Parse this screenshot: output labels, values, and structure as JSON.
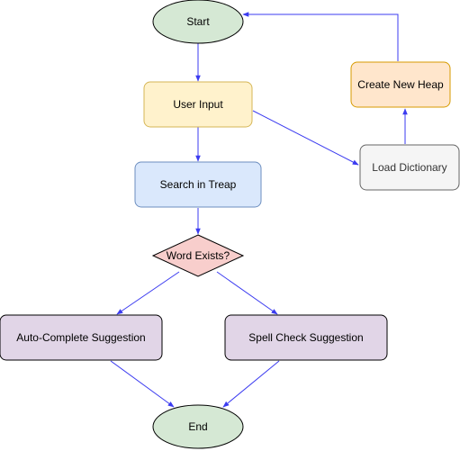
{
  "nodes": {
    "start": {
      "label": "Start",
      "fill": "#d5e8d4",
      "stroke": "#000000"
    },
    "user_input": {
      "label": "User Input",
      "fill": "#fff2cc",
      "stroke": "#d6b656"
    },
    "search": {
      "label": "Search in Treap",
      "fill": "#dae8fc",
      "stroke": "#6c8ebf"
    },
    "word_exists": {
      "label": "Word Exists?",
      "fill": "#f8cecc",
      "stroke": "#000000"
    },
    "autocomplete": {
      "label": "Auto-Complete Suggestion",
      "fill": "#e1d5e7",
      "stroke": "#000000"
    },
    "spellcheck": {
      "label": "Spell Check Suggestion",
      "fill": "#e1d5e7",
      "stroke": "#000000"
    },
    "end": {
      "label": "End",
      "fill": "#d5e8d4",
      "stroke": "#000000"
    },
    "load_dict": {
      "label": "Load Dictionary",
      "fill": "#f5f5f5",
      "stroke": "#666666"
    },
    "create_heap": {
      "label": "Create New Heap",
      "fill": "#ffe6cc",
      "stroke": "#d79b00"
    }
  },
  "edge_color": "#3b3bf0"
}
